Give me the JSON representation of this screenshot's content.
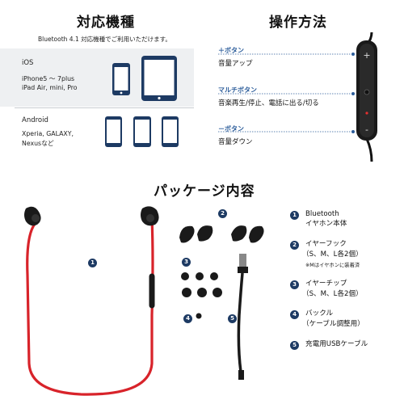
{
  "compat": {
    "title": "対応機種",
    "subtitle": "Bluetooth 4.1 対応機種でご利用いただけます。",
    "ios": {
      "name": "iOS",
      "devices": [
        "iPhone5 ～ 7plus",
        "iPad Air, mini, Pro"
      ]
    },
    "android": {
      "name": "Android",
      "devices": [
        "Xperia, GALAXY,",
        "Nexusなど"
      ]
    }
  },
  "operation": {
    "title": "操作方法",
    "items": [
      {
        "label": "＋ボタン",
        "desc": "音量アップ"
      },
      {
        "label": "マルチボタン",
        "desc": "音楽再生/停止、電話に出る/切る"
      },
      {
        "label": "－ボタン",
        "desc": "音量ダウン"
      }
    ]
  },
  "package": {
    "title": "パッケージ内容",
    "items": [
      {
        "num": "1",
        "lines": [
          "Bluetooth",
          "イヤホン本体"
        ],
        "note": ""
      },
      {
        "num": "2",
        "lines": [
          "イヤーフック",
          "（S、M、L各2個）"
        ],
        "note": "※Mはイヤホンに装着済"
      },
      {
        "num": "3",
        "lines": [
          "イヤーチップ",
          "（S、M、L各2個）"
        ],
        "note": ""
      },
      {
        "num": "4",
        "lines": [
          "バックル",
          "（ケーブル調整用）"
        ],
        "note": ""
      },
      {
        "num": "5",
        "lines": [
          "充電用USBケーブル"
        ],
        "note": ""
      }
    ],
    "photo_badges": [
      "1",
      "2",
      "3",
      "4",
      "5"
    ]
  },
  "colors": {
    "navy": "#1d3a63",
    "accent_blue": "#2c5d9b",
    "cable_red": "#d8232a",
    "row_bg": "#eef0f2"
  }
}
